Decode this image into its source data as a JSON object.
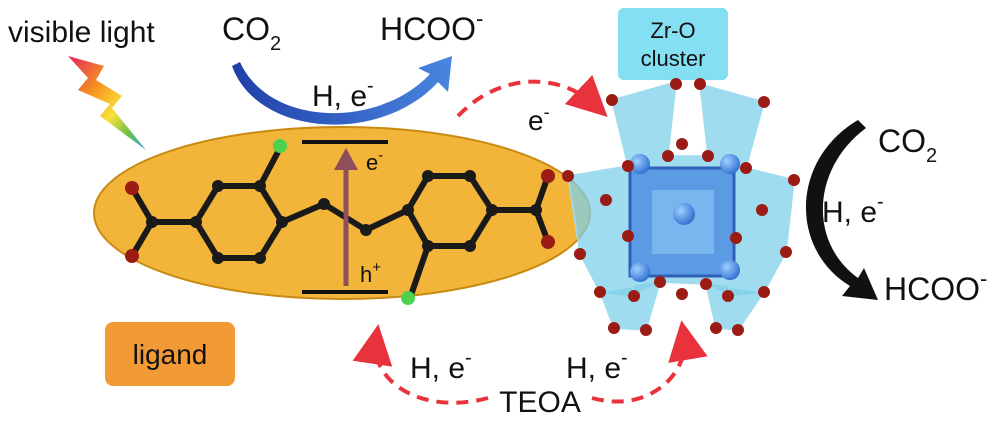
{
  "labels": {
    "visible_light": "visible light",
    "co2_top": "CO",
    "co2_top_sub": "2",
    "hcoo_top": "HCOO",
    "hcoo_top_sup": "-",
    "h_e_top": "H, e",
    "h_e_top_sup": "-",
    "e_ligand": "e",
    "e_ligand_sup": "-",
    "h_ligand": "h",
    "h_ligand_sup": "+",
    "e_transfer": "e",
    "e_transfer_sup": "-",
    "cluster_line1": "Zr-O",
    "cluster_line2": "cluster",
    "co2_right": "CO",
    "co2_right_sub": "2",
    "h_e_right": "H, e",
    "h_e_right_sup": "-",
    "hcoo_right": "HCOO",
    "hcoo_right_sup": "-",
    "ligand": "ligand",
    "h_e_left_bottom": "H, e",
    "h_e_left_bottom_sup": "-",
    "h_e_right_bottom": "H, e",
    "h_e_right_bottom_sup": "-",
    "teoa": "TEOA"
  },
  "colors": {
    "ellipse_fill": "#f2b53a",
    "ellipse_stroke": "#c98a14",
    "ligand_box": "#f29a36",
    "cluster_box": "#84dff2",
    "blue_arrow": "#2f56c6",
    "red_dash": "#e8333c",
    "polyhedra": "#7fd0ea",
    "center_cube": "#4f8fe0",
    "oxygen": "#9b1c14",
    "excitation_arrow": "#8e4f5a"
  }
}
